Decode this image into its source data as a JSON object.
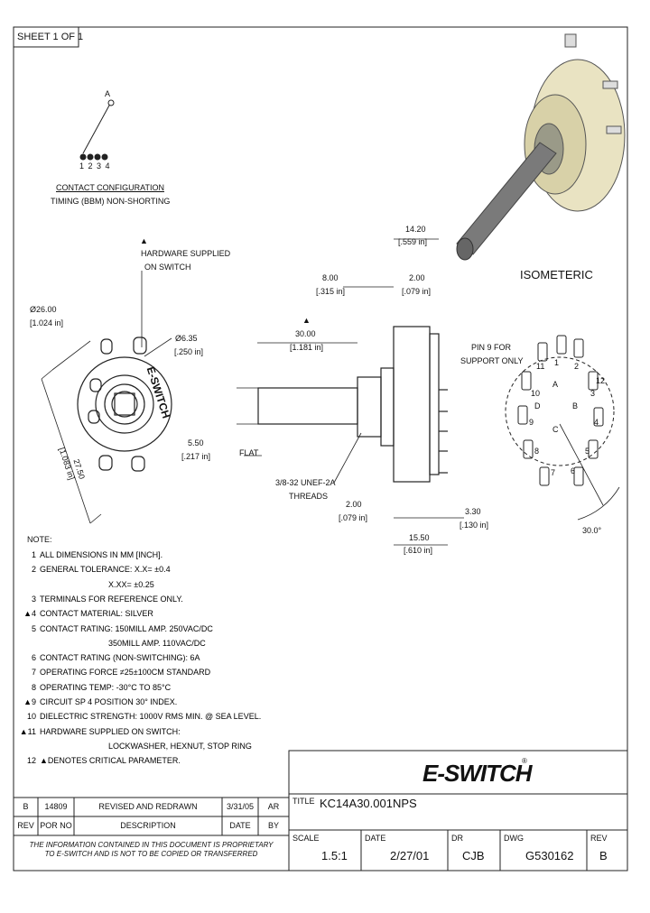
{
  "sheet": {
    "label": "SHEET 1 OF 1"
  },
  "contacts": {
    "lead": "A",
    "pins": "1 2 3 4",
    "config_line1": "CONTACT CONFIGURATION",
    "config_line2": "TIMING (BBM) NON-SHORTING"
  },
  "hardware": {
    "line1": "HARDWARE SUPPLIED",
    "line2": "ON SWITCH"
  },
  "front_view": {
    "outer_dia_mm": "Ø26.00",
    "outer_dia_in": "[1.024 in]",
    "inner_dia_mm": "Ø6.35",
    "inner_dia_in": "[.250 in]",
    "diag_mm": "27.50",
    "diag_in": "[1.083 in]",
    "brand": "E-SWITCH"
  },
  "side_view": {
    "len_total_mm": "14.20",
    "len_total_in": "[.559 in]",
    "len_bush_mm": "8.00",
    "len_bush_in": "[.315 in]",
    "len_b_mm": "2.00",
    "len_b_in": "[.079 in]",
    "shaft_mm": "30.00",
    "shaft_in": "[1.181 in]",
    "flat_mm": "5.50",
    "flat_in": "[.217 in]",
    "flat_label": "FLAT",
    "thread_line1": "3/8-32 UNEF-2A",
    "thread_line2": "THREADS",
    "bot_a_mm": "2.00",
    "bot_a_in": "[.079 in]",
    "bot_b_mm": "15.50",
    "bot_b_in": "[.610 in]",
    "bot_c_mm": "3.30",
    "bot_c_in": "[.130 in]"
  },
  "rear_view": {
    "pin_line1": "PIN 9 FOR",
    "pin_line2": "SUPPORT ONLY",
    "angle": "30.0°",
    "pins": [
      "1",
      "2",
      "3",
      "4",
      "5",
      "6",
      "7",
      "8",
      "9",
      "10",
      "11",
      "12",
      "A",
      "B",
      "C",
      "D"
    ]
  },
  "isometric": {
    "label": "ISOMETERIC"
  },
  "notes": {
    "heading": "NOTE:",
    "items": [
      {
        "num": "1",
        "text": "ALL DIMENSIONS IN MM [INCH]."
      },
      {
        "num": "2",
        "text": "GENERAL TOLERANCE: X.X= ±0.4"
      },
      {
        "num": "",
        "text": "X.XX= ±0.25"
      },
      {
        "num": "3",
        "text": "TERMINALS FOR REFERENCE ONLY."
      },
      {
        "num": "▲4",
        "text": "CONTACT MATERIAL: SILVER"
      },
      {
        "num": "5",
        "text": "CONTACT RATING: 150MILL AMP. 250VAC/DC"
      },
      {
        "num": "",
        "text": "350MILL AMP. 110VAC/DC"
      },
      {
        "num": "6",
        "text": "CONTACT RATING (NON-SWITCHING): 6A"
      },
      {
        "num": "7",
        "text": "OPERATING FORCE ≠25±100CM STANDARD"
      },
      {
        "num": "8",
        "text": "OPERATING TEMP: -30°C TO 85°C"
      },
      {
        "num": "▲9",
        "text": "CIRCUIT SP 4 POSITION 30° INDEX."
      },
      {
        "num": "10",
        "text": "DIELECTRIC STRENGTH: 1000V RMS MIN. @ SEA LEVEL."
      },
      {
        "num": "▲11",
        "text": "HARDWARE SUPPLIED ON SWITCH:"
      },
      {
        "num": "",
        "text": "LOCKWASHER, HEXNUT, STOP RING"
      },
      {
        "num": "12",
        "text": "▲DENOTES CRITICAL PARAMETER."
      }
    ]
  },
  "revision_table": {
    "row": {
      "rev": "B",
      "por": "14809",
      "desc": "REVISED AND REDRAWN",
      "date": "3/31/05",
      "by": "AR"
    },
    "headers": {
      "rev": "REV",
      "por": "POR NO",
      "desc": "DESCRIPTION",
      "date": "DATE",
      "by": "BY"
    }
  },
  "proprietary": {
    "line1": "THE INFORMATION CONTAINED IN THIS DOCUMENT IS PROPRIETARY",
    "line2": "TO E-SWITCH AND IS NOT TO BE COPIED OR TRANSFERRED"
  },
  "title_block": {
    "logo": "E-SWITCH",
    "logo_mark": "®",
    "title_label": "TITLE",
    "title": "KC14A30.001NPS",
    "scale_label": "SCALE",
    "scale": "1.5:1",
    "date_label": "DATE",
    "date": "2/27/01",
    "dr_label": "DR",
    "dr": "CJB",
    "dwg_label": "DWG",
    "dwg": "G530162",
    "rev_label": "REV",
    "rev": "B"
  },
  "colors": {
    "line": "#222222",
    "background": "#ffffff",
    "shaft": "#7a7a7a",
    "body": "#e9e3c2"
  }
}
